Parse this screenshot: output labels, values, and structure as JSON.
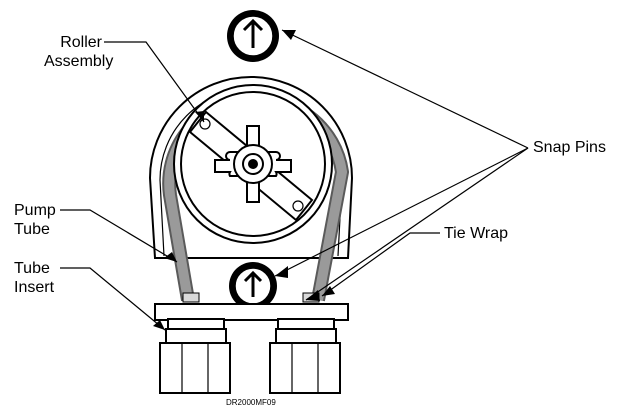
{
  "labels": {
    "roller_assembly": [
      "Roller",
      "Assembly"
    ],
    "pump_tube": [
      "Pump",
      "Tube"
    ],
    "tube_insert": [
      "Tube",
      "Insert"
    ],
    "snap_pins": "Snap Pins",
    "tie_wrap": "Tie Wrap"
  },
  "figure_code": "DR2000MF09",
  "colors": {
    "line": "#000000",
    "tube": "#8c8c8c",
    "tube_edge": "#5a5a5a",
    "fill": "#ffffff",
    "light": "#d9d9d9"
  }
}
